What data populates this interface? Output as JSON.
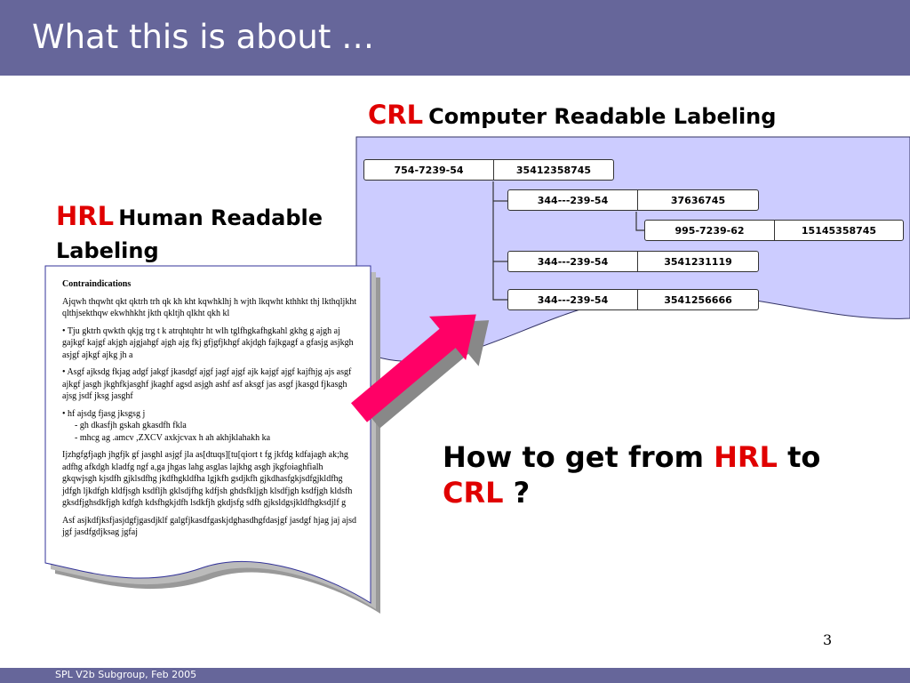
{
  "slide": {
    "title": "What this is about …",
    "footer": "SPL V2b Subgroup, Feb 2005",
    "page_number": "3"
  },
  "crl": {
    "abbr": "CRL",
    "full": "Computer Readable Labeling"
  },
  "hrl": {
    "abbr": "HRL",
    "full": "Human Readable Labeling"
  },
  "question": {
    "part1": "How to get from ",
    "hrl": "HRL",
    "part2": " to ",
    "crl": "CRL",
    "part3": " ?"
  },
  "records": [
    {
      "code": "754-7239-54",
      "number": "35412358745"
    },
    {
      "code": "344---239-54",
      "number": "37636745"
    },
    {
      "code": "995-7239-62",
      "number": "15145358745"
    },
    {
      "code": "344---239-54",
      "number": "3541231119"
    },
    {
      "code": "344---239-54",
      "number": "3541256666"
    }
  ],
  "document": {
    "heading": "Contraindications",
    "para1": "Ajqwh  thqwht qkt qktrh trh qk kh kht kqwhklhj h wjth lkqwht kthhkt thj lkthqljkht qlthjsekthqw ekwhhkht jkth qkltjh qlkht qkh kl",
    "bullet1": "• Tju gktrh qwkth qkjg trg t k atrqhtqhtr ht wlh tglfhgkafhgkahl gkhg  g ajgh aj gajkgf kajgf akjgh ajgjahgf ajgh ajg fkj gfjgfjkhgf akjdgh fajkgagf a gfasjg asjkgh asjgf ajkgf ajkg jh a",
    "bullet2": "• Asgf ajksdg fkjag adgf jakgf jkasdgf ajgf jagf ajgf ajk kajgf ajgf kajfhjg ajs asgf ajkgf jasgh jkghfkjasghf jkaghf agsd asjgh ashf asf aksgf jas asgf jkasgd fjkasgh ajsg jsdf jksg jasghf",
    "bullet3": "• hf ajsdg fjasg jksgsg j",
    "sub1": "-   gh dkasfjh gskah gkasdfh fkla",
    "sub2": "-   mhcg ag .amcv ,ZXCV axkjcvax h ah akhjklahakh ka",
    "para2": "Ijzhgfgfjagh jhgfjk gf jasghl asjgf jla as[dtuqs][tu[qiort t fg  jkfdg kdfajagh ak;hg adfhg afkdgh kladfg ngf a,ga jhgas lahg asglas lajkhg asgh jkgfoiaghfialh gkqwjsgh kjsdfh gjklsdfhg jkdfhgkldfha lgjkfh gsdjkfh gjkdhasfgkjsdfgjkldfhg jdfgh ljkdfgh kldfjsgh ksdfljh gklsdjfhg kdfjsh ghdsfkljgh klsdfjgh ksdfjgh kldsfh gksdfjghsdkfjgh kdfgh kdsfhgkjdfh lsdkfjh gkdjsfg sdfh gjksldgsjkldfhgksdjlf g",
    "para3": "Asf asjkdfjksfjasjdgfjgasdjklf galgfjkasdfgaskjdghasdhgfdasjgf jasdgf hjag jaj ajsd jgf jasdfgdjksag jgfaj"
  },
  "colors": {
    "title_bar": "#66669a",
    "crl_panel": "#ccccff",
    "accent_red": "#e00000",
    "arrow_fill": "#ff0066",
    "shadow": "#999999"
  }
}
